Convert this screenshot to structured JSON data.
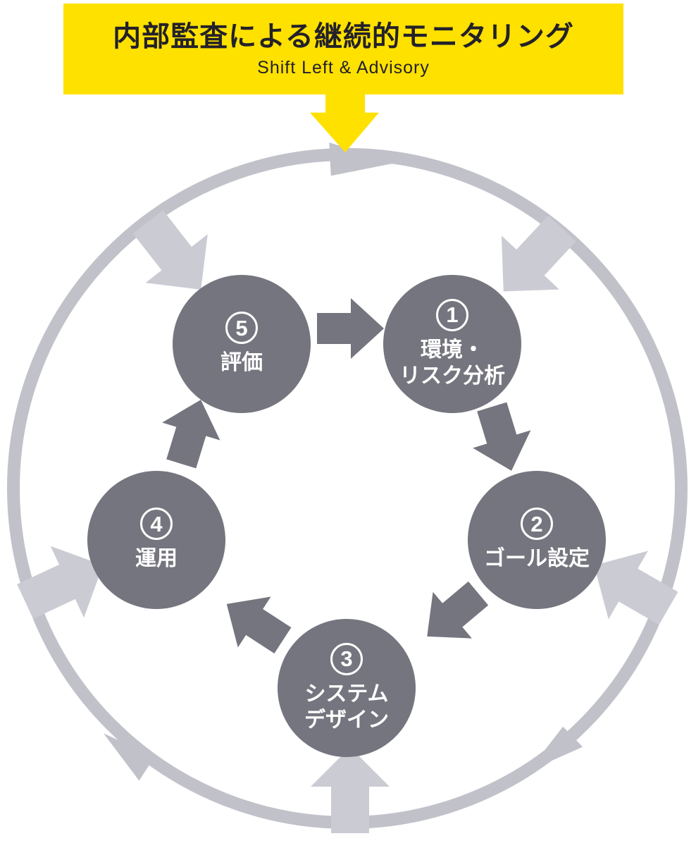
{
  "banner": {
    "title": "内部監査による継続的モニタリング",
    "subtitle": "Shift Left & Advisory",
    "bg_color": "#FFE100",
    "text_color": "#232129"
  },
  "cycle": {
    "direction": "clockwise",
    "steps": [
      {
        "number": "1",
        "label": "環境・\nリスク分析"
      },
      {
        "number": "2",
        "label": "ゴール設定"
      },
      {
        "number": "3",
        "label": "システム\nデザイン"
      },
      {
        "number": "4",
        "label": "運用"
      },
      {
        "number": "5",
        "label": "評価"
      }
    ],
    "colors": {
      "step_circle": "#75757F",
      "step_text": "#FFFFFF",
      "step_arrow": "#75757F",
      "outer_ring": "#C1C1CA",
      "inward_arrow": "#CBCBD3"
    },
    "icons": [
      "banner-down-arrow-icon",
      "ring-arrowhead-icon",
      "inward-block-arrow-icon",
      "step-block-arrow-icon"
    ]
  }
}
